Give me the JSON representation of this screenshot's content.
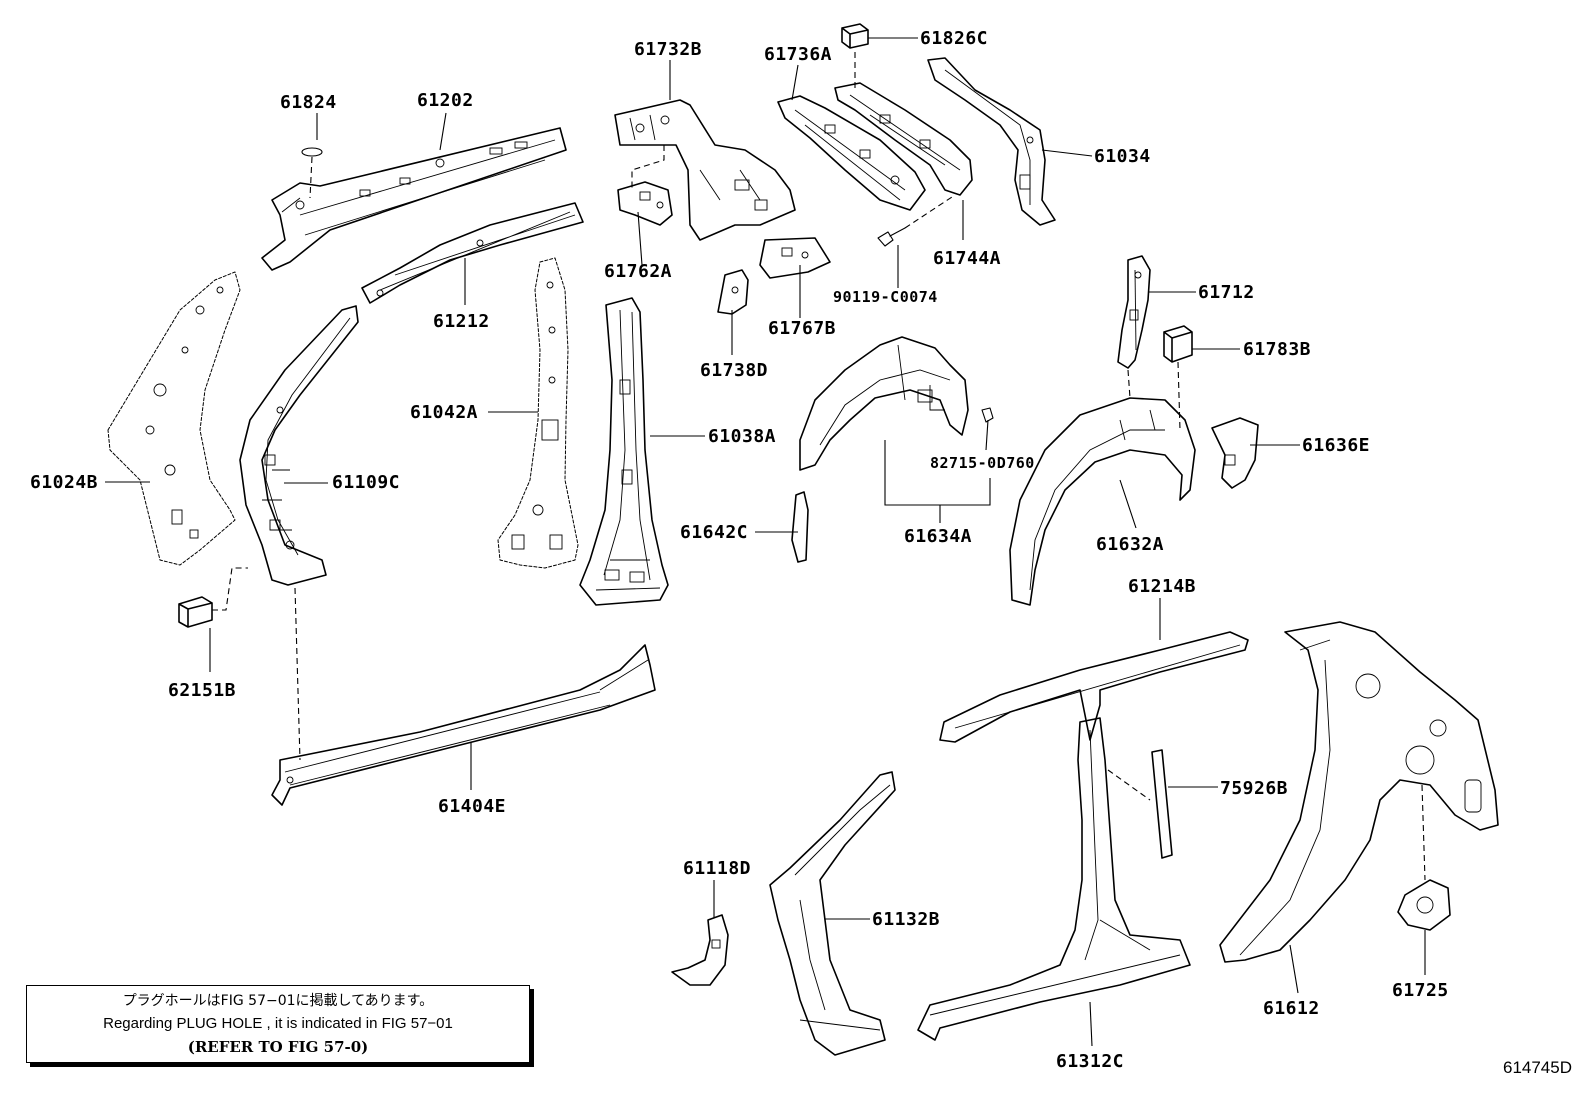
{
  "parts": [
    {
      "id": "61824",
      "label": "61824"
    },
    {
      "id": "61202",
      "label": "61202"
    },
    {
      "id": "61732B",
      "label": "61732B"
    },
    {
      "id": "61736A",
      "label": "61736A"
    },
    {
      "id": "61826C",
      "label": "61826C"
    },
    {
      "id": "61034",
      "label": "61034"
    },
    {
      "id": "61744A",
      "label": "61744A"
    },
    {
      "id": "90119-C0074",
      "label": "90119-C0074"
    },
    {
      "id": "61762A",
      "label": "61762A"
    },
    {
      "id": "61767B",
      "label": "61767B"
    },
    {
      "id": "61738D",
      "label": "61738D"
    },
    {
      "id": "61212",
      "label": "61212"
    },
    {
      "id": "61042A",
      "label": "61042A"
    },
    {
      "id": "61038A",
      "label": "61038A"
    },
    {
      "id": "61024B",
      "label": "61024B"
    },
    {
      "id": "61109C",
      "label": "61109C"
    },
    {
      "id": "62151B",
      "label": "62151B"
    },
    {
      "id": "61404E",
      "label": "61404E"
    },
    {
      "id": "61712",
      "label": "61712"
    },
    {
      "id": "61783B",
      "label": "61783B"
    },
    {
      "id": "61636E",
      "label": "61636E"
    },
    {
      "id": "82715-0D760",
      "label": "82715-0D760"
    },
    {
      "id": "61634A",
      "label": "61634A"
    },
    {
      "id": "61632A",
      "label": "61632A"
    },
    {
      "id": "61642C",
      "label": "61642C"
    },
    {
      "id": "61214B",
      "label": "61214B"
    },
    {
      "id": "75926B",
      "label": "75926B"
    },
    {
      "id": "61118D",
      "label": "61118D"
    },
    {
      "id": "61132B",
      "label": "61132B"
    },
    {
      "id": "61312C",
      "label": "61312C"
    },
    {
      "id": "61612",
      "label": "61612"
    },
    {
      "id": "61725",
      "label": "61725"
    }
  ],
  "note": {
    "line_jp": "プラグホールはFIG 57−01に掲載してあります。",
    "line_en": "Regarding  PLUG  HOLE , it is indicated in  FIG  57−01",
    "line_ref": "(REFER TO FIG 57-0)"
  },
  "drawing_id": "614745D"
}
